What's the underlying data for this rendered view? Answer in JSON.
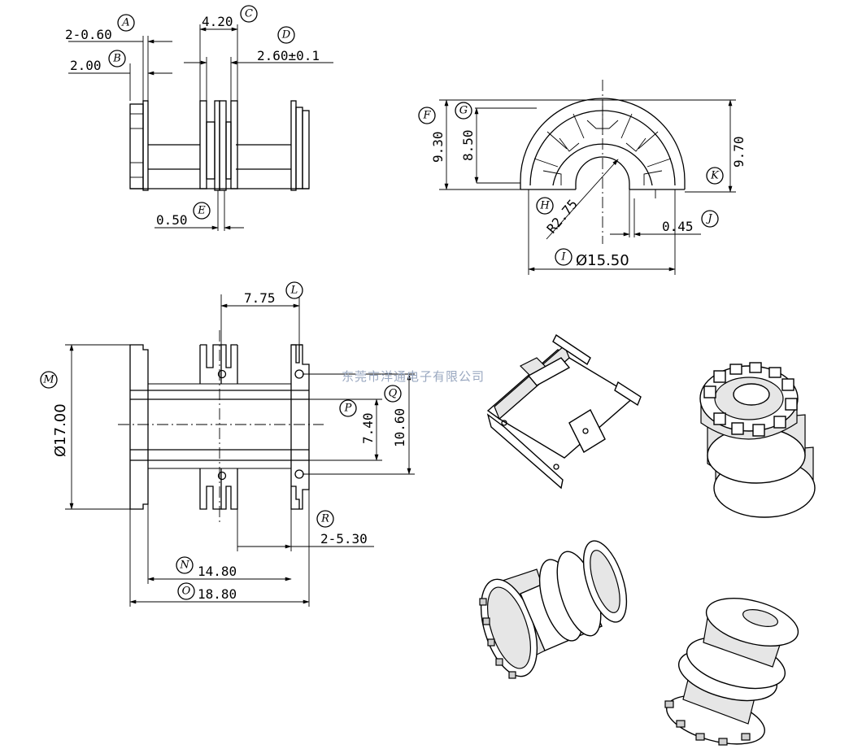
{
  "watermark": "东莞市洋通电子有限公司",
  "top_left_view": {
    "dims": [
      {
        "tag": "A",
        "text": "2-0.60"
      },
      {
        "tag": "B",
        "text": "2.00"
      },
      {
        "tag": "C",
        "text": "4.20"
      },
      {
        "tag": "D",
        "text": "2.60±0.1"
      },
      {
        "tag": "E",
        "text": "0.50"
      }
    ]
  },
  "top_right_view": {
    "dims": [
      {
        "tag": "F",
        "text": "9.30"
      },
      {
        "tag": "G",
        "text": "8.50"
      },
      {
        "tag": "H",
        "text": "R2.75"
      },
      {
        "tag": "I",
        "text": "Ø15.50"
      },
      {
        "tag": "J",
        "text": "0.45"
      },
      {
        "tag": "K",
        "text": "9.70"
      }
    ]
  },
  "main_view": {
    "dims": [
      {
        "tag": "L",
        "text": "7.75"
      },
      {
        "tag": "M",
        "text": "Ø17.00"
      },
      {
        "tag": "N",
        "text": "14.80"
      },
      {
        "tag": "O",
        "text": "18.80"
      },
      {
        "tag": "P",
        "text": "7.40"
      },
      {
        "tag": "Q",
        "text": "10.60"
      },
      {
        "tag": "R",
        "text": "2-5.30"
      }
    ]
  }
}
